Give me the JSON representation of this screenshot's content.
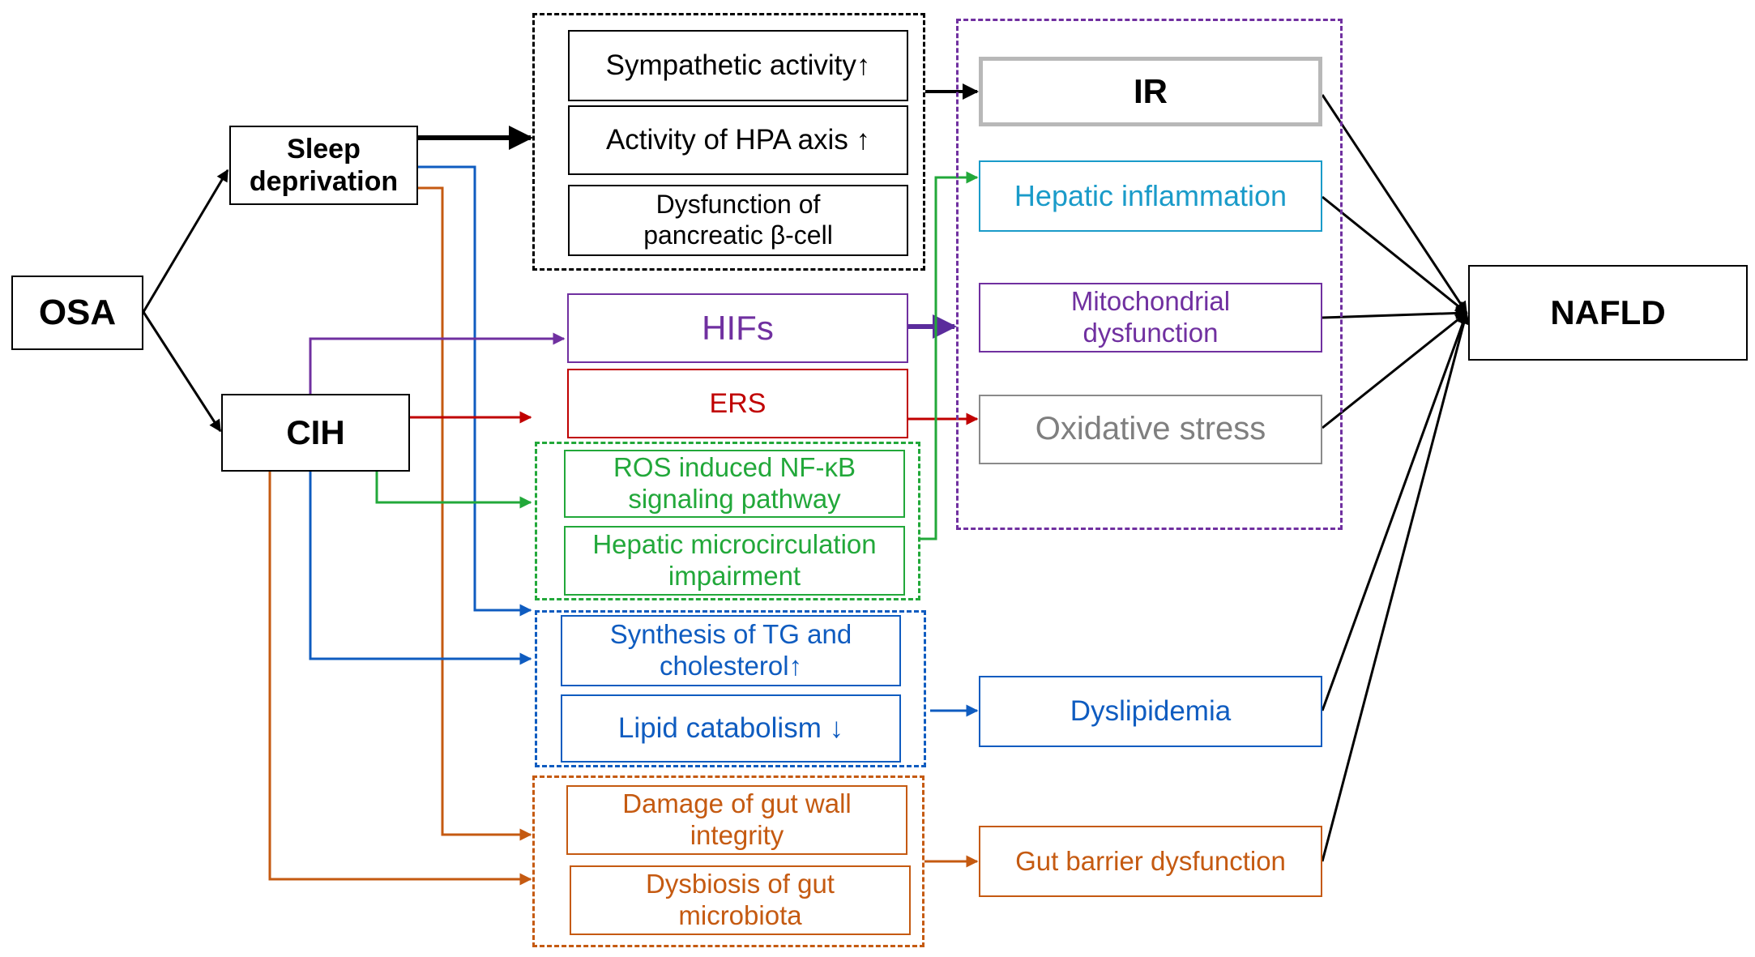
{
  "colors": {
    "black": "#000000",
    "grey": "#a0a0a0",
    "grey_text": "#7f7f7f",
    "cyan": "#1a9bc9",
    "purple": "#7030a0",
    "hif_arrow": "#5b2c9c",
    "red": "#c00000",
    "green": "#22a83a",
    "blue": "#0f5cc0",
    "orange": "#c55a11"
  },
  "nodes": {
    "osa": "OSA",
    "sleep": {
      "line1": "Sleep",
      "line2": "deprivation"
    },
    "cih": "CIH",
    "symp": "Sympathetic  activity↑",
    "hpa": "Activity of HPA  axis ↑",
    "beta": {
      "line1": "Dysfunction of",
      "line2": "pancreatic  β-cell"
    },
    "hifs": "HIFs",
    "ers": "ERS",
    "ros": {
      "line1": "ROS induced NF-κB",
      "line2": "signaling pathway"
    },
    "micro": {
      "line1": "Hepatic microcirculation",
      "line2": "impairment"
    },
    "tg": {
      "line1": "Synthesis of TG and",
      "line2": "cholesterol↑"
    },
    "lipcat": "Lipid catabolism ↓",
    "gutwall": {
      "line1": "Damage of gut wall",
      "line2": "integrity"
    },
    "dysbiosis": {
      "line1": "Dysbiosis of gut",
      "line2": "microbiota"
    },
    "ir": "IR",
    "hepinf": "Hepatic  inflammation",
    "mito": {
      "line1": "Mitochondrial",
      "line2": "dysfunction"
    },
    "oxstress": "Oxidative  stress",
    "dyslip": "Dyslipidemia",
    "gutbar": "Gut barrier dysfunction",
    "nafld": "NAFLD"
  }
}
